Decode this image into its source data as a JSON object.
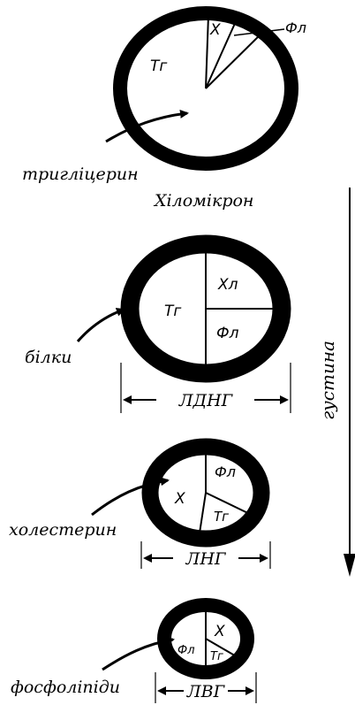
{
  "particles": [
    {
      "id": "chylomicron",
      "name": "Хіломікрон",
      "pointer_label": "тригліцерин",
      "segments": {
        "chol": "Х",
        "phos": "Фл",
        "trig": "Тг"
      }
    },
    {
      "id": "vldl",
      "name": "ЛДНГ",
      "pointer_label": "білки",
      "segments": {
        "chol": "Хл",
        "phos": "Фл",
        "trig": "Тг"
      }
    },
    {
      "id": "ldl",
      "name": "ЛНГ",
      "pointer_label": "холестерин",
      "segments": {
        "chol": "Х",
        "phos": "Фл",
        "trig": "Тг"
      }
    },
    {
      "id": "hdl",
      "name": "ЛВГ",
      "pointer_label": "фосфоліпіди",
      "segments": {
        "chol": "Х",
        "phos": "Фл",
        "trig": "Тг"
      }
    }
  ],
  "density_axis": {
    "label": "густина"
  }
}
